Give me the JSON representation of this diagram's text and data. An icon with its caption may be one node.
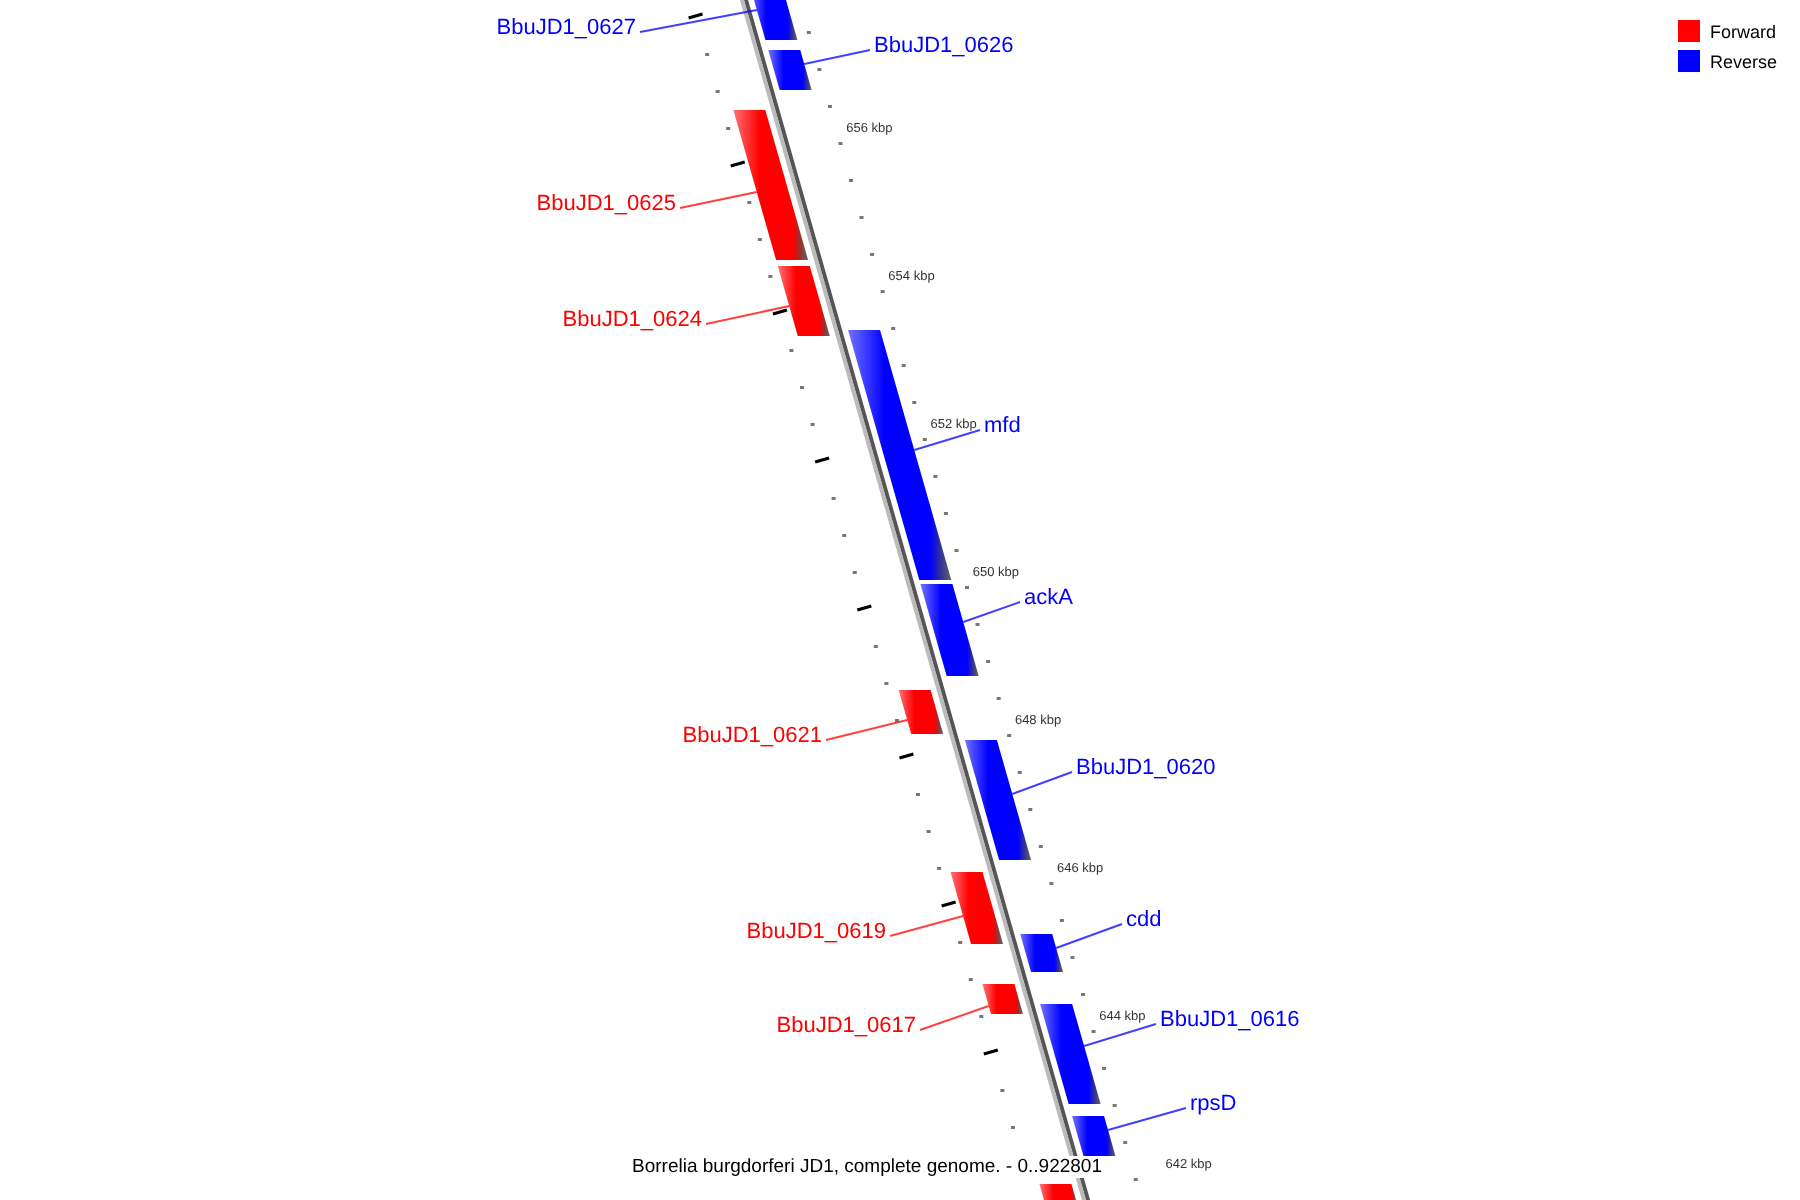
{
  "diagram": {
    "caption": "Borrelia burgdorferi JD1, complete genome. - 0..922801",
    "nodes": [
      {
        "text": [
          "BbuJD1_0627"
        ]
      },
      {
        "text": [],
        "shape": "bar"
      },
      {
        "text": [
          "BbuJD1_0626"
        ]
      },
      {
        "text": [],
        "shape": "bar"
      },
      {
        "text": [
          "BbuJD1_0625"
        ]
      },
      {
        "text": [],
        "shape": "bar"
      },
      {
        "text": [
          "BbuJD1_0624"
        ]
      },
      {
        "text": [],
        "shape": "bar"
      },
      {
        "text": [
          "mfd"
        ]
      },
      {
        "text": [],
        "shape": "bar"
      },
      {
        "text": [
          "ackA"
        ]
      },
      {
        "text": [],
        "shape": "bar"
      },
      {
        "text": [
          "BbuJD1_0621"
        ]
      },
      {
        "text": [],
        "shape": "bar"
      },
      {
        "text": [
          "BbuJD1_0620"
        ]
      },
      {
        "text": [],
        "shape": "bar"
      },
      {
        "text": [
          "BbuJD1_0619"
        ]
      },
      {
        "text": [],
        "shape": "bar"
      },
      {
        "text": [
          "cdd"
        ]
      },
      {
        "text": [],
        "shape": "bar"
      },
      {
        "text": [
          "BbuJD1_0617"
        ]
      },
      {
        "text": [],
        "shape": "bar"
      },
      {
        "text": [
          "BbuJD1_0616"
        ]
      },
      {
        "text": [],
        "shape": "bar"
      },
      {
        "text": [
          "rpsD"
        ]
      },
      {
        "text": [],
        "shape": "bar"
      },
      {
        "text": [],
        "shape": "bar"
      }
    ],
    "edges": [
      {
        "from": 0,
        "to": 1,
        "arrow": "none",
        "color": "#0000ff"
      },
      {
        "from": 2,
        "to": 3,
        "arrow": "none",
        "color": "#0000ff"
      },
      {
        "from": 4,
        "to": 5,
        "arrow": "none",
        "color": "#ff0000"
      },
      {
        "from": 6,
        "to": 7,
        "arrow": "none",
        "color": "#ff0000"
      },
      {
        "from": 8,
        "to": 9,
        "arrow": "none",
        "color": "#0000ff"
      },
      {
        "from": 10,
        "to": 11,
        "arrow": "none",
        "color": "#0000ff"
      },
      {
        "from": 12,
        "to": 13,
        "arrow": "none",
        "color": "#ff0000"
      },
      {
        "from": 14,
        "to": 15,
        "arrow": "none",
        "color": "#0000ff"
      },
      {
        "from": 16,
        "to": 17,
        "arrow": "none",
        "color": "#ff0000"
      },
      {
        "from": 18,
        "to": 19,
        "arrow": "none",
        "color": "#0000ff"
      },
      {
        "from": 20,
        "to": 21,
        "arrow": "none",
        "color": "#ff0000"
      },
      {
        "from": 22,
        "to": 23,
        "arrow": "none",
        "color": "#0000ff"
      },
      {
        "from": 24,
        "to": 25,
        "arrow": "none",
        "color": "#0000ff"
      }
    ],
    "labels": [
      "656 kbp",
      "654 kbp",
      "652 kbp",
      "650 kbp",
      "648 kbp",
      "646 kbp",
      "644 kbp",
      "642 kbp"
    ],
    "legend": [
      {
        "text": "Forward",
        "color": "#ff0000"
      },
      {
        "text": "Reverse",
        "color": "#0000ff"
      }
    ]
  }
}
